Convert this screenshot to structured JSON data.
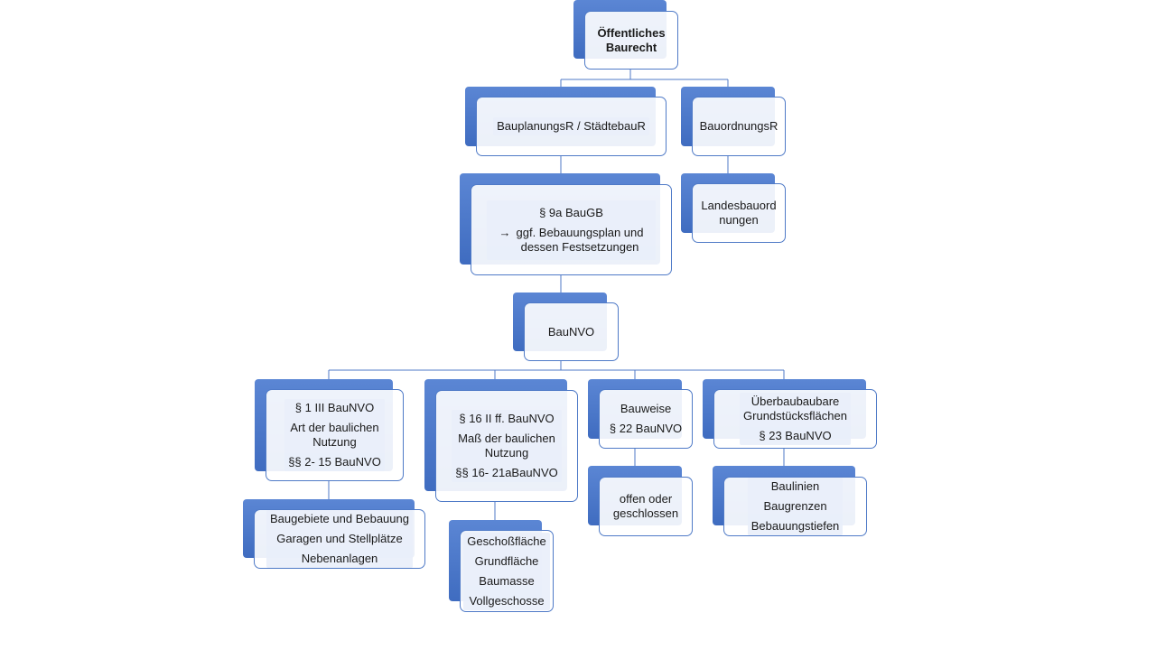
{
  "nodes": {
    "root": {
      "lines": [
        "Öffentliches",
        "Baurecht"
      ]
    },
    "bauplanung": {
      "lines": [
        "BauplanungsR / StädtebauR"
      ]
    },
    "bauordnung": {
      "lines": [
        "BauordnungsR"
      ]
    },
    "landes": {
      "lines": [
        "Landesbauord",
        "nungen"
      ]
    },
    "para9a": {
      "title": "§ 9a BauGB",
      "arrow": "→",
      "arrow_text": [
        "ggf. Bebauungsplan und",
        "dessen Festsetzungen"
      ]
    },
    "baunvo": {
      "lines": [
        "BauNVO"
      ]
    },
    "art": {
      "lines": [
        "§ 1 III BauNVO",
        "Art der baulichen",
        "Nutzung",
        "§§ 2- 15 BauNVO"
      ]
    },
    "mass": {
      "lines": [
        "§ 16 II ff. BauNVO",
        "Maß der baulichen",
        "Nutzung",
        "§§ 16- 21aBauNVO"
      ]
    },
    "bauweise": {
      "lines": [
        "Bauweise",
        "§ 22 BauNVO"
      ]
    },
    "ueberbau": {
      "lines": [
        "Überbaubaubare",
        "Grundstücksflächen",
        "§ 23 BauNVO"
      ]
    },
    "baugebiete": {
      "lines": [
        "Baugebiete und Bebauung",
        "Garagen und Stellplätze",
        "Nebenanlagen"
      ]
    },
    "geschoss": {
      "lines": [
        "Geschoßfläche",
        "Grundfläche",
        "Baumasse",
        "Vollgeschosse"
      ]
    },
    "offen": {
      "lines": [
        "offen oder",
        "geschlossen"
      ]
    },
    "baulinien": {
      "lines": [
        "Baulinien",
        "Baugrenzen",
        "Bebauungstiefen"
      ]
    }
  },
  "colors": {
    "accent": "#4472c4",
    "connector": "#4f7ac7"
  }
}
